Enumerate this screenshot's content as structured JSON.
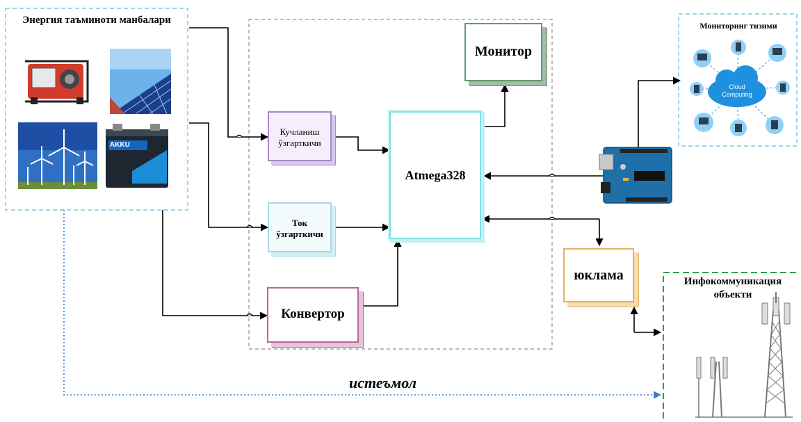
{
  "sources": {
    "title": "Энергия таъминоти манбалари"
  },
  "monitoring": {
    "title": "Мониторинг тизими",
    "cloud_label": "Cloud Computing"
  },
  "blocks": {
    "monitor": "Монитор",
    "voltage_converter": "Кучланиш ўзгарткичи",
    "current_converter": "Ток ўзгарткичи",
    "converter": "Конвертор",
    "mcu": "Atmega328",
    "load": "юклама",
    "infocom": "Инфокоммуникация объекти"
  },
  "consumption_label": "истеъмол",
  "battery_brand": "AKKU",
  "colors": {
    "sources_border": "#7ec8e3",
    "mcu_border": "#7fe0e0",
    "monitor_border": "#5e9e6a",
    "voltage_border": "#a58bc9",
    "current_border": "#a8d8e8",
    "converter_border": "#c0629a",
    "load_border": "#e8b25a",
    "infocom_border": "#2e9e4a",
    "dotted_arrow": "#3a7fcf"
  }
}
